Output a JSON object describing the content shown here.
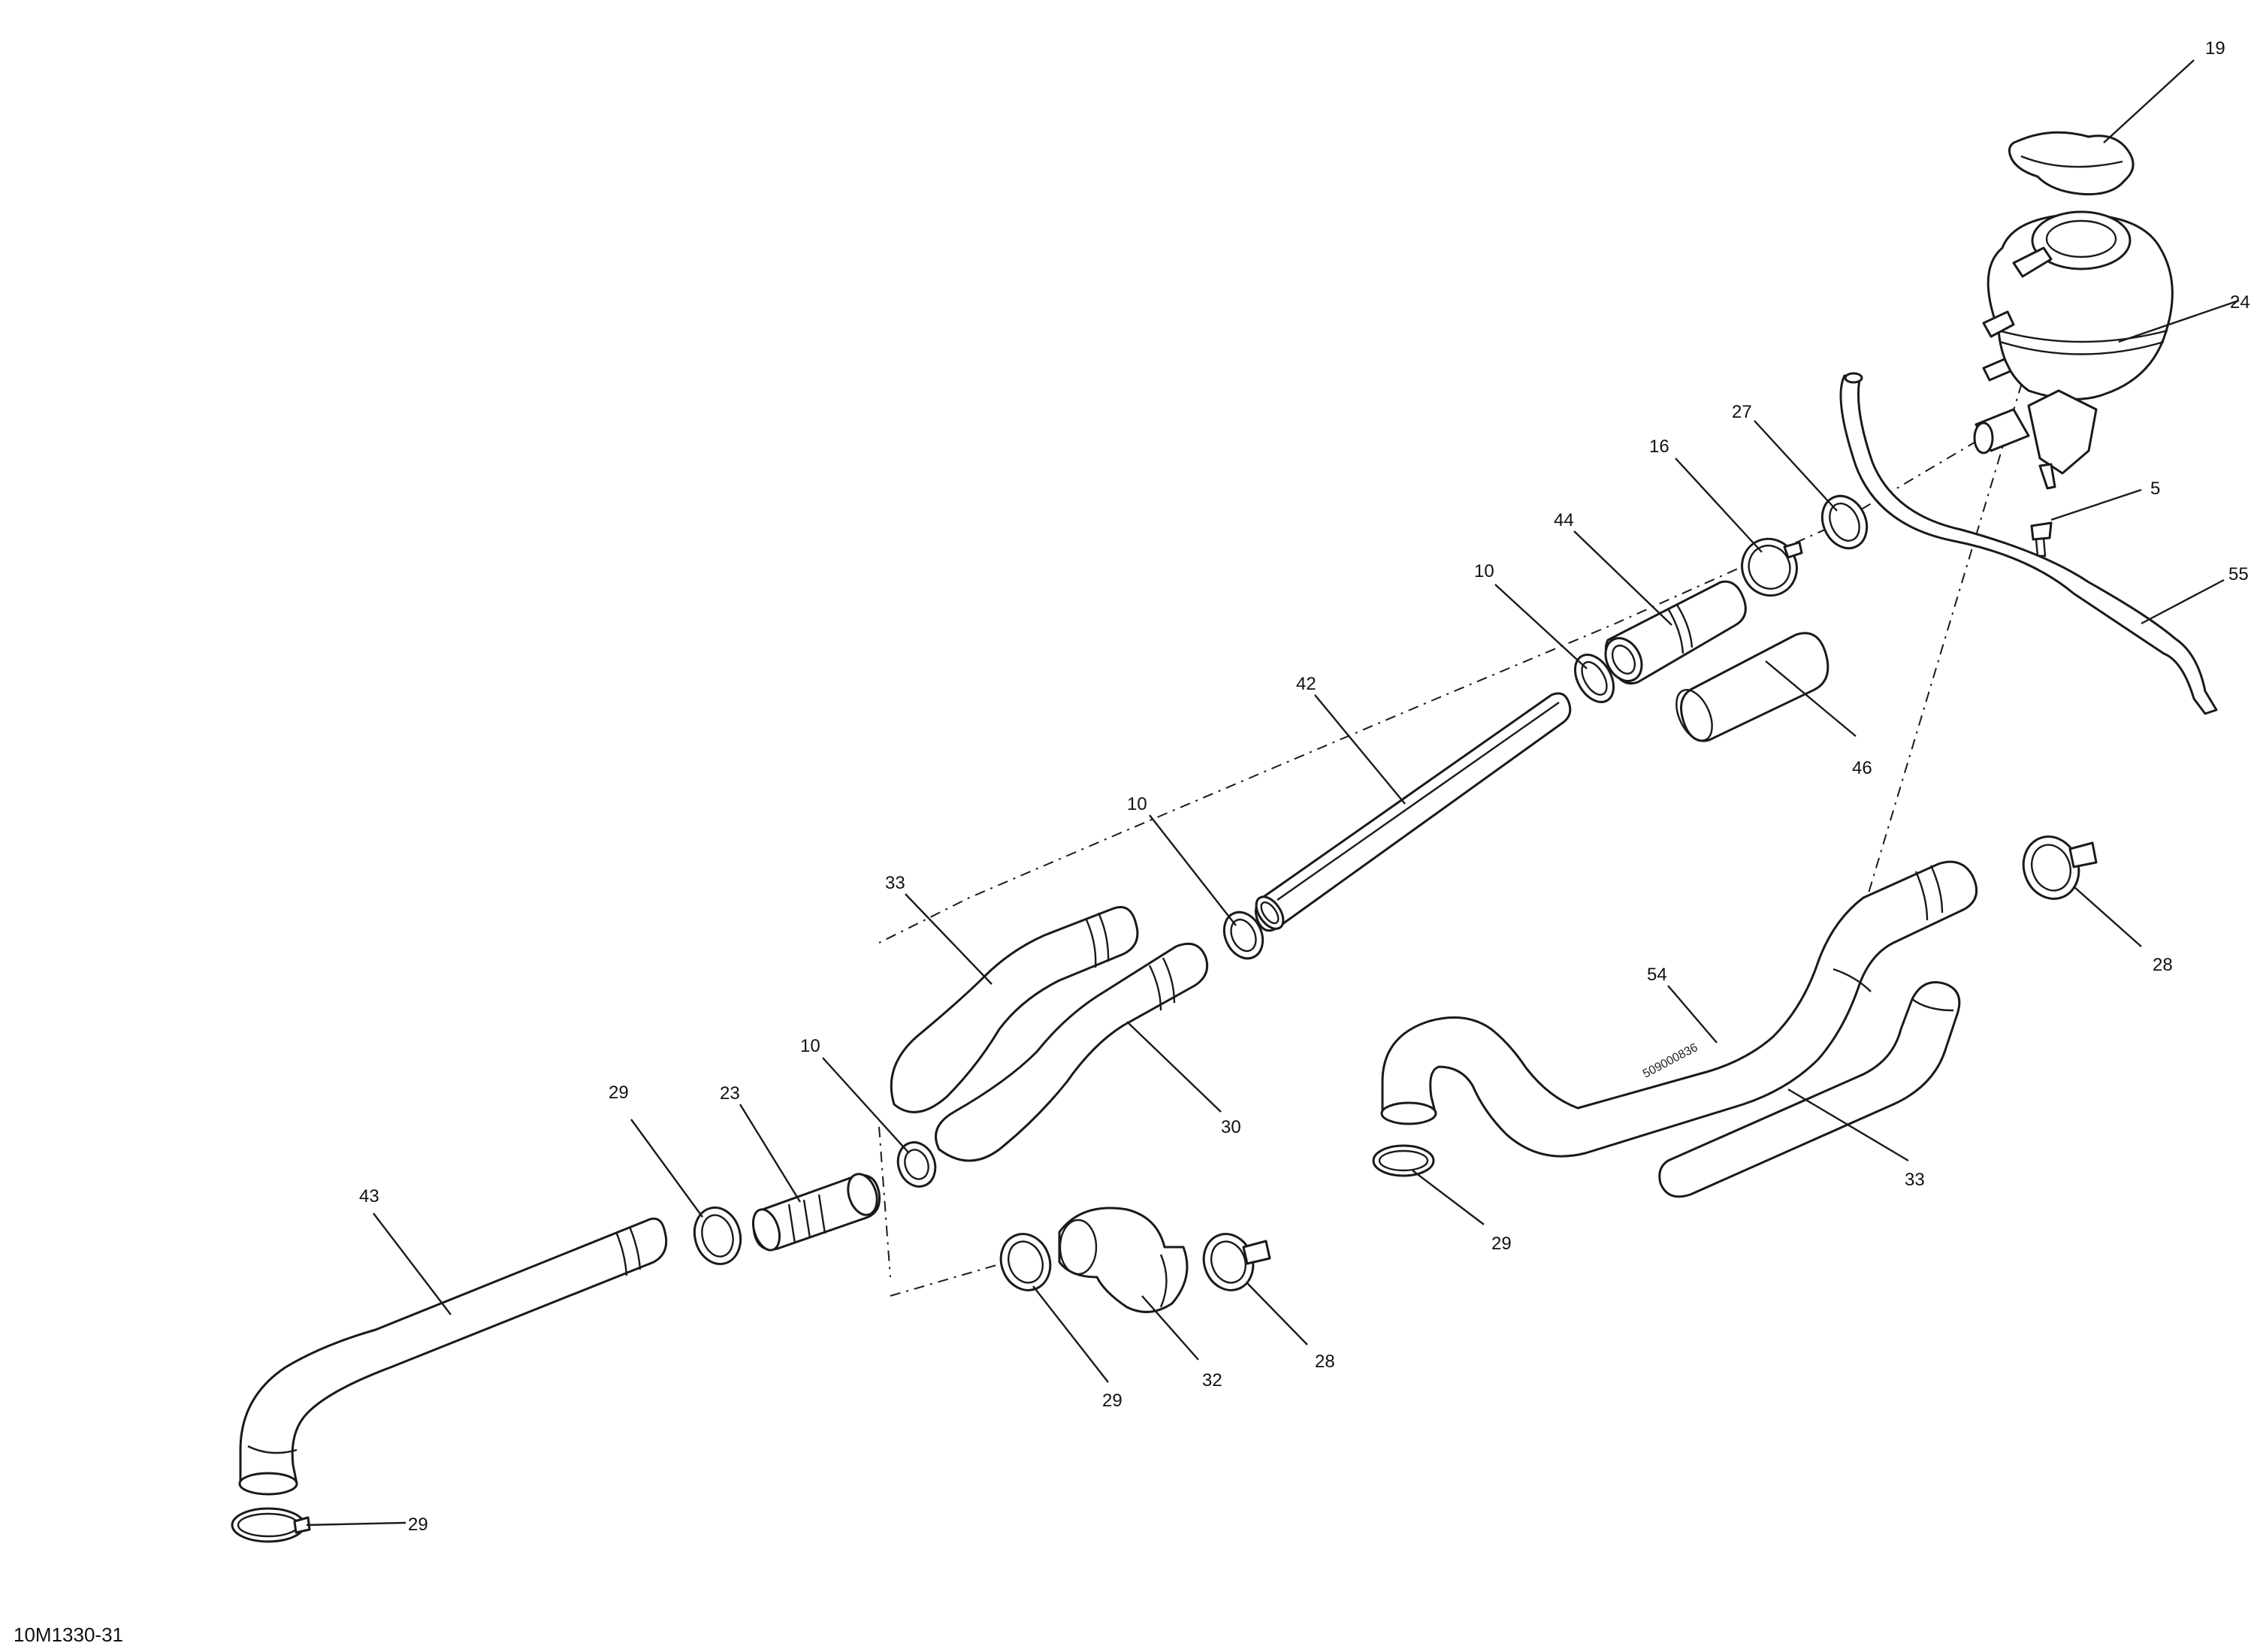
{
  "figure_code": "10M1330-31",
  "hose_stamp": "509000836",
  "callouts": {
    "c19": "19",
    "c24": "24",
    "c27": "27",
    "c16": "16",
    "c5": "5",
    "c55": "55",
    "c44": "44",
    "c10a": "10",
    "c46": "46",
    "c42": "42",
    "c10b": "10",
    "c33a": "33",
    "c28a": "28",
    "c54": "54",
    "c30": "30",
    "c10c": "10",
    "c23": "23",
    "c29a": "29",
    "c43": "43",
    "c33b": "33",
    "c29b": "29",
    "c29c": "29",
    "c32": "32",
    "c28b": "28",
    "c29d": "29"
  }
}
